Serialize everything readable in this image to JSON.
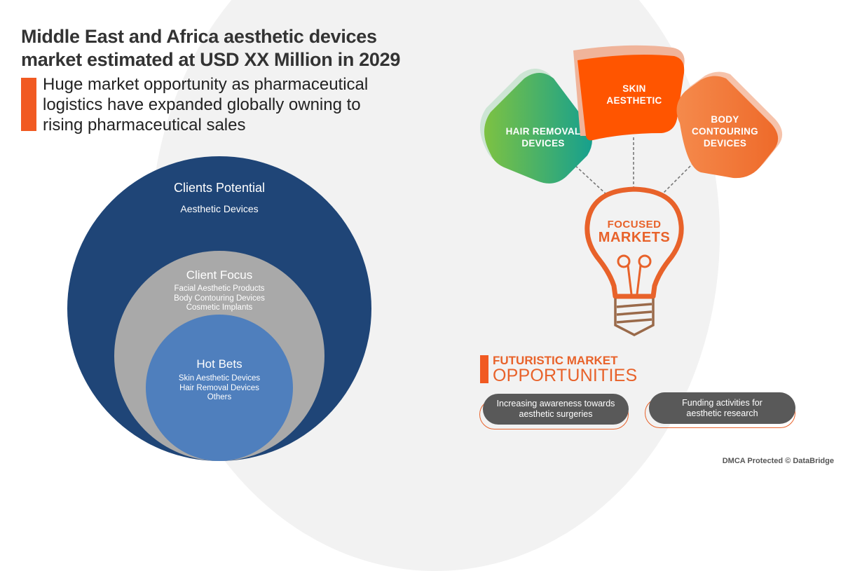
{
  "header": {
    "title_line1": "Middle East and Africa aesthetic devices",
    "title_line2": "market estimated at USD XX Million in 2029",
    "subtitle_line1": "Huge market opportunity as pharmaceutical",
    "subtitle_line2": "logistics have expanded globally owning to",
    "subtitle_line3": "rising pharmaceutical sales"
  },
  "circles": {
    "outer": {
      "title": "Clients Potential",
      "items": [
        "Aesthetic Devices"
      ]
    },
    "middle": {
      "title": "Client Focus",
      "items": [
        "Facial Aesthetic Products",
        "Body Contouring Devices",
        "Cosmetic Implants"
      ]
    },
    "inner": {
      "title": "Hot Bets",
      "items": [
        "Skin Aesthetic Devices",
        "Hair Removal Devices",
        "Others"
      ]
    }
  },
  "focused": {
    "shapes": [
      {
        "line1": "HAIR REMOVAL",
        "line2": "DEVICES",
        "line3": ""
      },
      {
        "line1": "SKIN",
        "line2": "AESTHETIC",
        "line3": ""
      },
      {
        "line1": "BODY",
        "line2": "CONTOURING",
        "line3": "DEVICES"
      }
    ],
    "bulb_line1": "FOCUSED",
    "bulb_line2": "MARKETS"
  },
  "futuristic": {
    "heading_line1": "FUTURISTIC MARKET",
    "heading_line2": "OPPORTUNITIES",
    "pills": [
      {
        "line1": "Increasing awareness towards",
        "line2": "aesthetic surgeries"
      },
      {
        "line1": "Funding activities for",
        "line2": "aesthetic research"
      }
    ]
  },
  "footer": {
    "text": "DMCA Protected © DataBridge"
  },
  "colors": {
    "accent_orange": "#f15a22",
    "navy": "#1f4577",
    "gray": "#a9a9a9",
    "blue": "#4f7fbd",
    "green_start": "#7dc242",
    "green_end": "#16a08e",
    "pill_gray": "#595959",
    "bulb_base_brown": "#9a6a4a"
  }
}
